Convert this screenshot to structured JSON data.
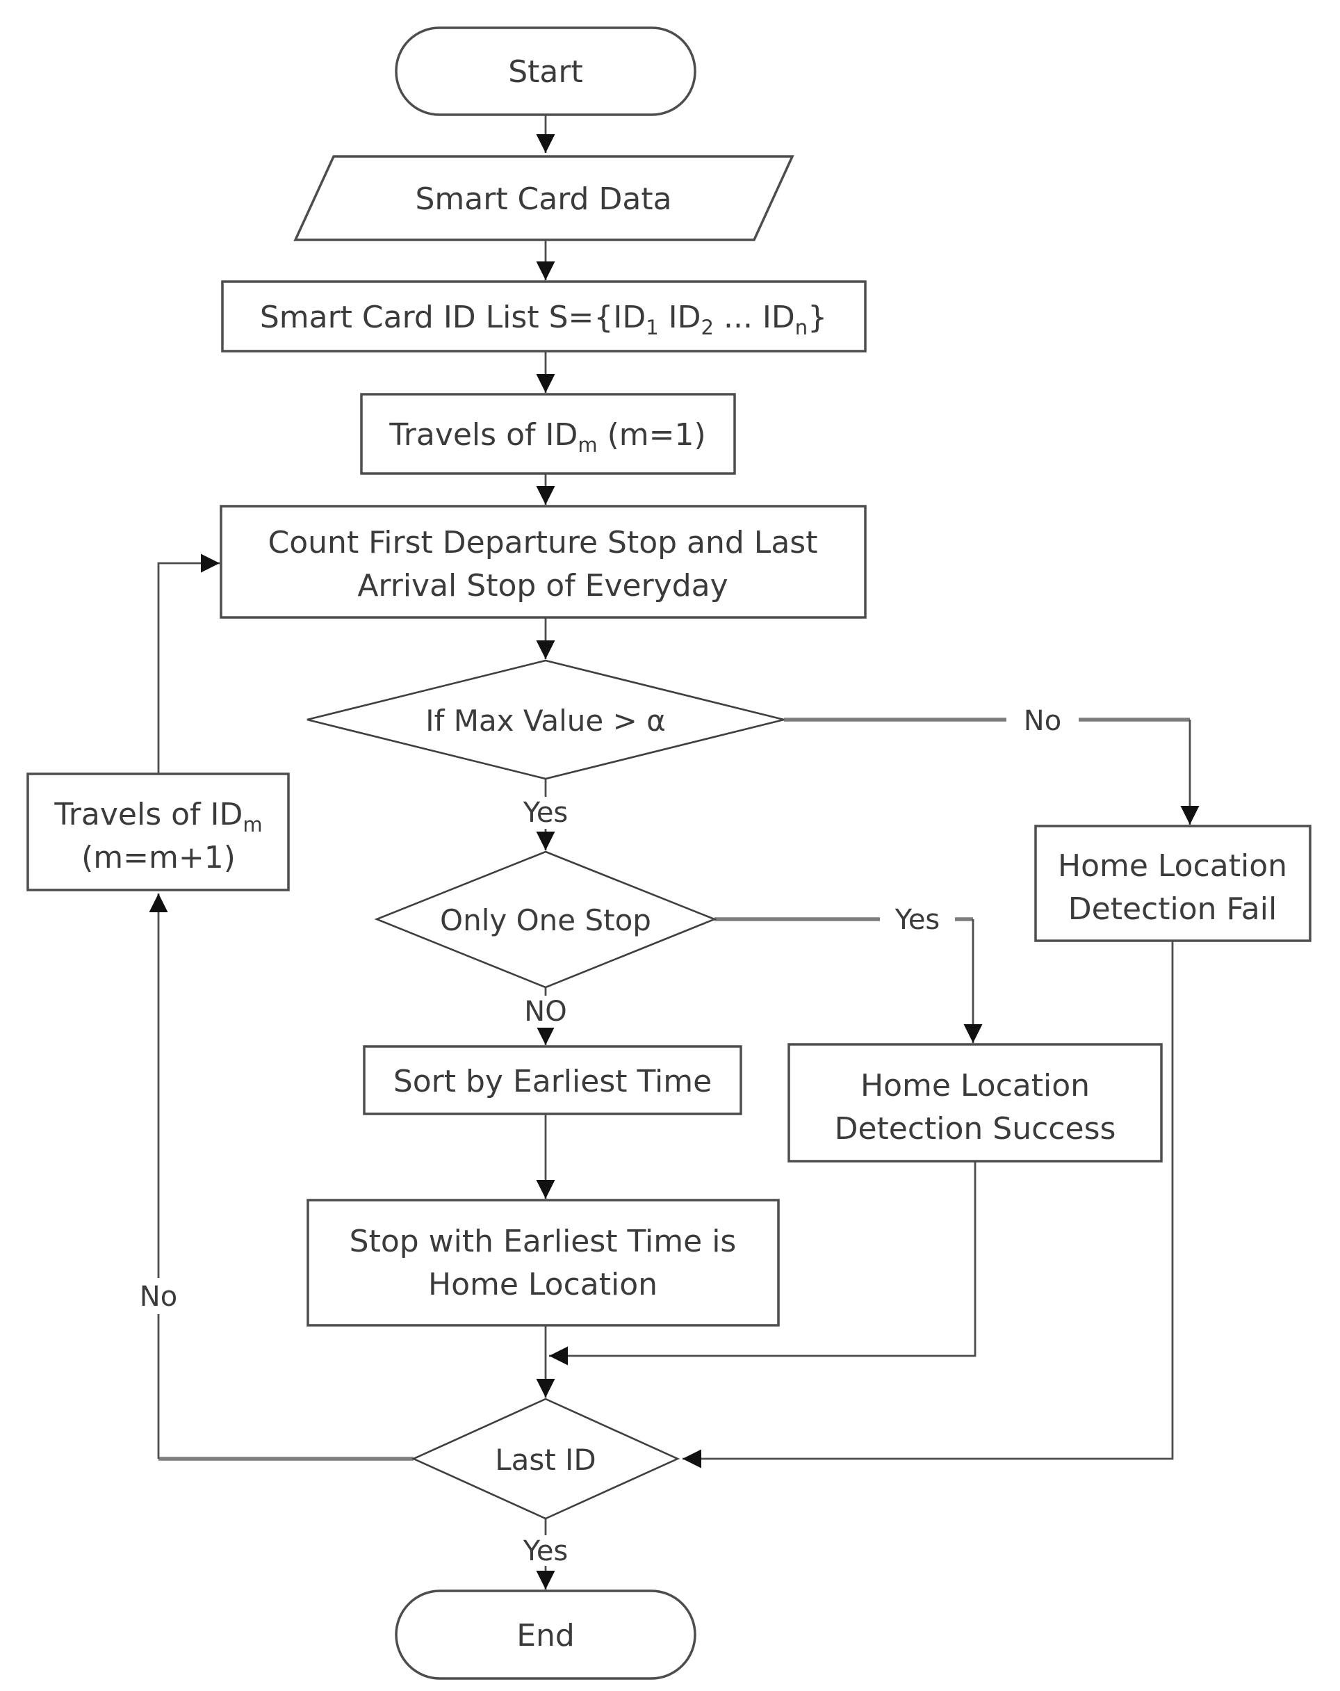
{
  "flowchart": {
    "colors": {
      "background": "#ffffff",
      "shape_fill": "#ffffff",
      "shape_border": "#4d4d4d",
      "line": "#4d4d4d",
      "thick_connector": "#7d7d7d",
      "arrowhead": "#111111",
      "text": "#3b3b3b"
    },
    "nodes": {
      "start": {
        "shape": "terminator",
        "label": "Start"
      },
      "smart_card_data": {
        "shape": "io-parallelogram",
        "label": "Smart Card Data"
      },
      "id_list": {
        "shape": "process",
        "parts": [
          {
            "text": "Smart Card ID List  S={ID"
          },
          {
            "text": "1",
            "sub": true
          },
          {
            "text": " ID"
          },
          {
            "text": "2",
            "sub": true
          },
          {
            "text": " ... ID"
          },
          {
            "text": "n",
            "sub": true
          },
          {
            "text": "}"
          }
        ]
      },
      "travels_m1": {
        "shape": "process",
        "parts": [
          {
            "text": "Travels of ID"
          },
          {
            "text": "m",
            "sub": true
          },
          {
            "text": " (m=1)"
          }
        ]
      },
      "count_stops": {
        "shape": "process",
        "line1": "Count First Departure Stop and Last",
        "line2": "Arrival Stop of Everyday"
      },
      "if_max_value": {
        "shape": "decision",
        "label": "If Max Value > α"
      },
      "travels_m_next": {
        "shape": "process",
        "line1_parts": [
          {
            "text": "Travels of ID"
          },
          {
            "text": "m",
            "sub": true
          }
        ],
        "line2": "(m=m+1)"
      },
      "home_fail": {
        "shape": "process",
        "line1": "Home Location",
        "line2": "Detection Fail"
      },
      "only_one_stop": {
        "shape": "decision",
        "label": "Only One Stop"
      },
      "sort_earliest": {
        "shape": "process",
        "label": "Sort by Earliest Time"
      },
      "home_success": {
        "shape": "process",
        "line1": "Home Location",
        "line2": "Detection Success"
      },
      "earliest_is_home": {
        "shape": "process",
        "line1": "Stop with Earliest Time is",
        "line2": "Home Location"
      },
      "last_id": {
        "shape": "decision",
        "label": "Last ID"
      },
      "end": {
        "shape": "terminator",
        "label": "End"
      }
    },
    "edge_labels": {
      "max_value_yes": "Yes",
      "max_value_no": "No",
      "one_stop_yes": "Yes",
      "one_stop_no": "NO",
      "last_id_yes": "Yes",
      "last_id_no": "No"
    }
  }
}
